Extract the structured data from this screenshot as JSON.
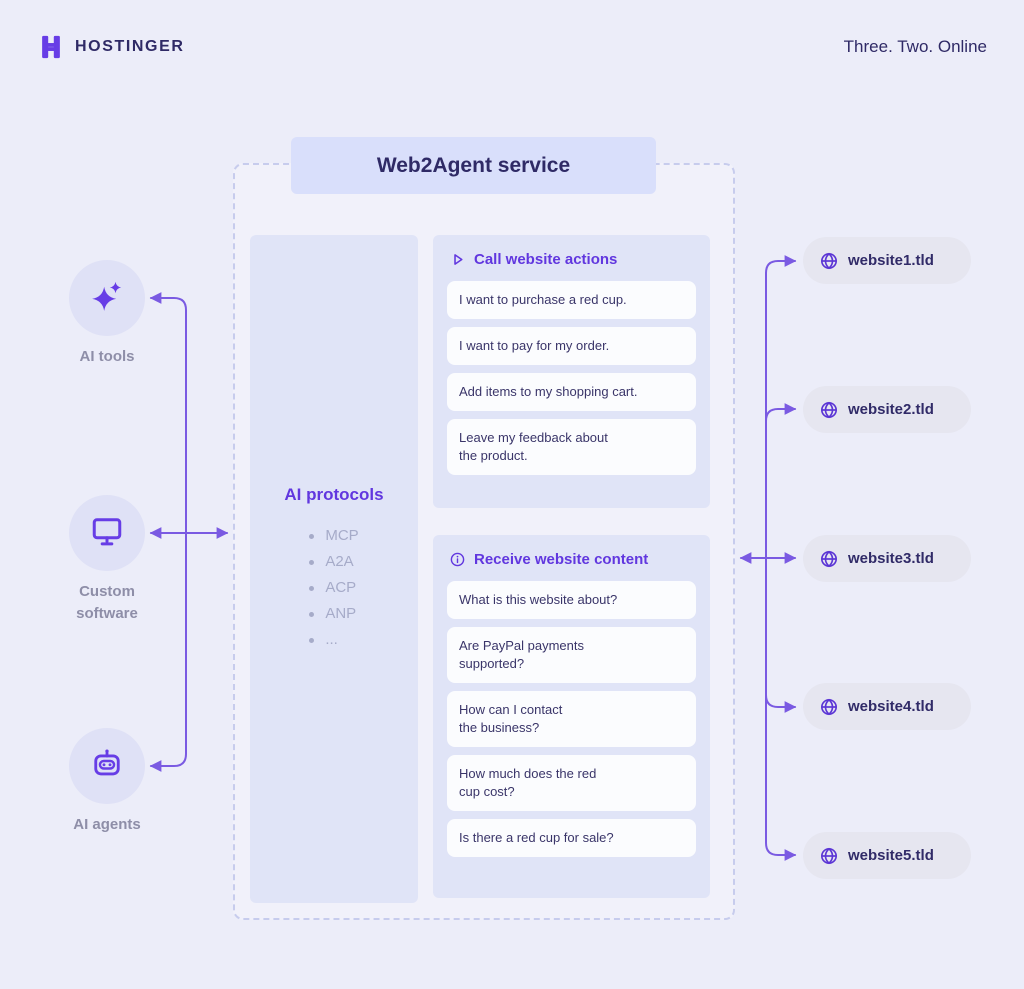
{
  "header": {
    "brand": "HOSTINGER",
    "tagline": "Three. Two. Online"
  },
  "service": {
    "title": "Web2Agent service",
    "protocols": {
      "title": "AI protocols",
      "items": [
        "MCP",
        "A2A",
        "ACP",
        "ANP",
        "..."
      ]
    },
    "actions": {
      "title": "Call website actions",
      "icon": "play-icon",
      "messages": [
        "I want to purchase a red cup.",
        "I want to pay for my order.",
        "Add items to my shopping cart.",
        "Leave my feedback about\nthe product."
      ]
    },
    "content": {
      "title": "Receive website content",
      "icon": "info-icon",
      "messages": [
        "What is this website about?",
        "Are PayPal payments\nsupported?",
        "How can I contact\nthe business?",
        "How much does the red\ncup cost?",
        "Is there a red cup for sale?"
      ]
    }
  },
  "clients": [
    {
      "label": "AI tools",
      "icon": "sparkles-icon"
    },
    {
      "label": "Custom software",
      "icon": "monitor-icon"
    },
    {
      "label": "AI agents",
      "icon": "robot-icon"
    }
  ],
  "websites": [
    {
      "label": "website1.tld",
      "icon": "globe-icon"
    },
    {
      "label": "website2.tld",
      "icon": "globe-icon"
    },
    {
      "label": "website3.tld",
      "icon": "globe-icon"
    },
    {
      "label": "website4.tld",
      "icon": "globe-icon"
    },
    {
      "label": "website5.tld",
      "icon": "globe-icon"
    }
  ],
  "colors": {
    "accent": "#673de6",
    "arrow": "#7a5ae2",
    "text_dark": "#2f2a66",
    "muted_label": "#8e8ea8",
    "panel_bg": "#e0e4f7",
    "page_bg": "#ecedf9"
  }
}
